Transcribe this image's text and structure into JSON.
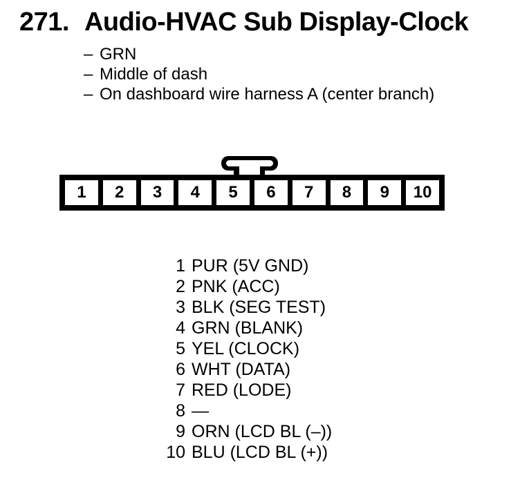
{
  "document": {
    "index": "271.",
    "title": "Audio-HVAC Sub Display-Clock",
    "notes": [
      {
        "dash": "–",
        "text": "GRN"
      },
      {
        "dash": "–",
        "text": "Middle of dash"
      },
      {
        "dash": "–",
        "text": "On dashboard wire harness A (center branch)"
      }
    ]
  },
  "connector": {
    "description": "10-pin connector, lock tab on top between pins 5 and 6",
    "pins": [
      "1",
      "2",
      "3",
      "4",
      "5",
      "6",
      "7",
      "8",
      "9",
      "10"
    ]
  },
  "pinout": {
    "rows": [
      {
        "pin": "1",
        "label": "PUR (5V GND)"
      },
      {
        "pin": "2",
        "label": "PNK (ACC)"
      },
      {
        "pin": "3",
        "label": "BLK (SEG TEST)"
      },
      {
        "pin": "4",
        "label": "GRN (BLANK)"
      },
      {
        "pin": "5",
        "label": "YEL (CLOCK)"
      },
      {
        "pin": "6",
        "label": "WHT (DATA)"
      },
      {
        "pin": "7",
        "label": "RED (LODE)"
      },
      {
        "pin": "8",
        "label": "—"
      },
      {
        "pin": "9",
        "label": "ORN (LCD BL (–))"
      },
      {
        "pin": "10",
        "label": "BLU (LCD BL (+))"
      }
    ]
  },
  "colors": {
    "ink": "#000000",
    "paper": "#ffffff"
  }
}
